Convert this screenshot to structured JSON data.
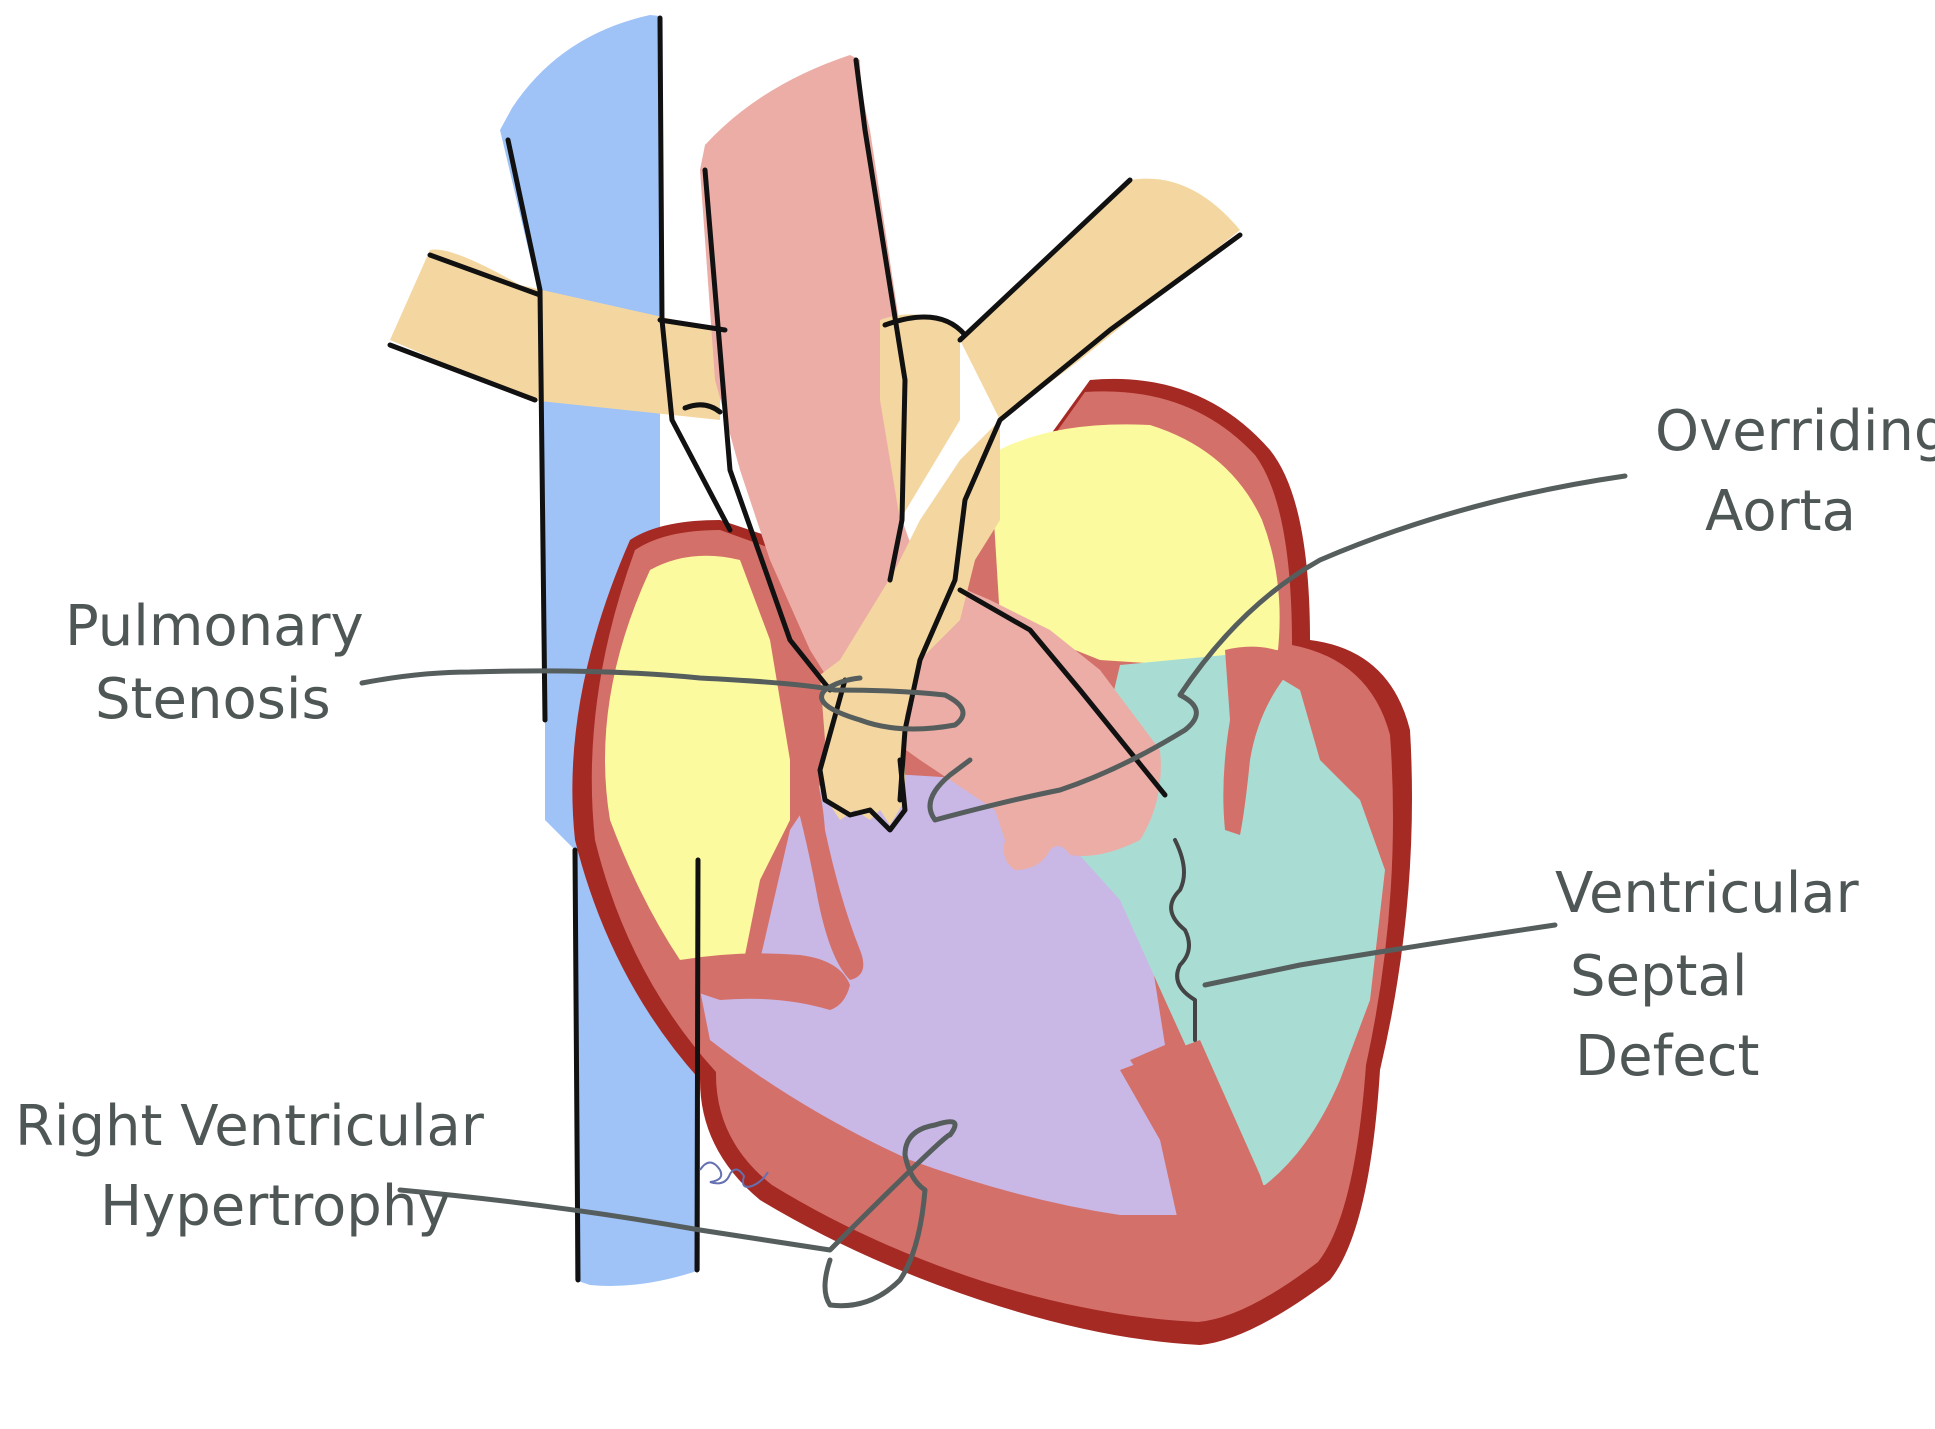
{
  "labels": {
    "overriding_aorta": [
      "Overriding",
      "Aorta"
    ],
    "pulmonary_stenosis": [
      "Pulmonary",
      "Stenosis"
    ],
    "ventricular_septal_defect": [
      "Ventricular",
      "Septal",
      "Defect"
    ],
    "right_ventricular_hypertrophy": [
      "Right Ventricular",
      "Hypertrophy"
    ]
  },
  "colors": {
    "vena_cava": "#9fc2f7",
    "aorta": "#ebada6",
    "pulmonary_artery": "#f4d7a0",
    "atria": "#fcfa9e",
    "right_ventricle": "#c9b8e6",
    "left_ventricle": "#a9ddd4",
    "myocardium": "#d4706a",
    "epicardium_edge": "#a62a24",
    "outline": "#111111",
    "label_text": "#4f5656"
  }
}
